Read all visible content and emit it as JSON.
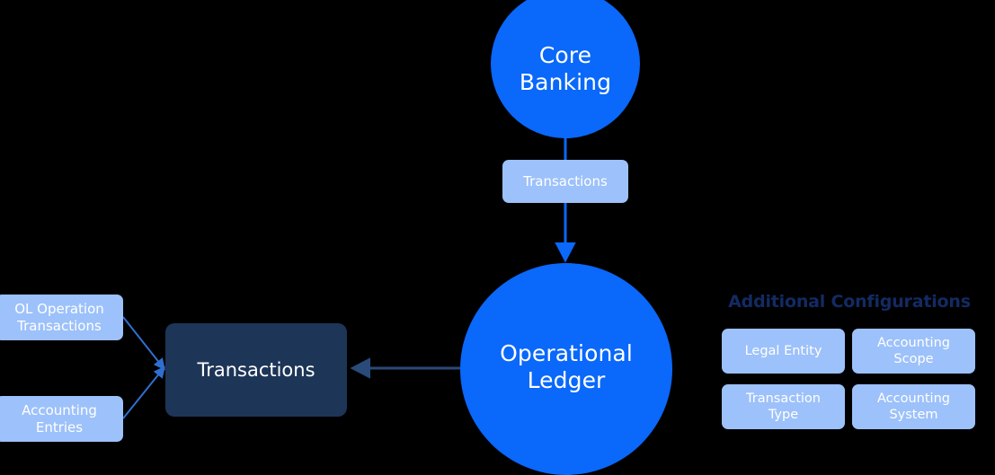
{
  "diagram": {
    "background_color": "#000000",
    "nodes": {
      "core_banking": {
        "label": "Core\nBanking",
        "shape": "circle",
        "fill": "#0a68fa",
        "text_color": "#ffffff"
      },
      "operational_ledger": {
        "label": "Operational\nLedger",
        "shape": "circle",
        "fill": "#0a68fa",
        "text_color": "#ffffff"
      },
      "transactions_box": {
        "label": "Transactions",
        "shape": "rounded-rect",
        "fill": "#1d3557",
        "text_color": "#ffffff"
      }
    },
    "edges": {
      "core_to_ledger": {
        "label": "Transactions",
        "label_fill": "#9dc1fa",
        "label_text_color": "#ffffff",
        "line_color": "#0a68fa",
        "direction": "down"
      },
      "ledger_to_transactions": {
        "line_color": "#2a4a7a",
        "direction": "left"
      },
      "inputs_to_transactions": {
        "line_color": "#2f6fd0"
      }
    },
    "inputs": [
      {
        "label": "OL Operation\nTransactions",
        "fill": "#9dc1fa"
      },
      {
        "label": "Accounting\nEntries",
        "fill": "#9dc1fa"
      }
    ],
    "configurations": {
      "title": "Additional Configurations",
      "title_color": "#132a63",
      "chip_fill": "#9dc1fa",
      "items": [
        {
          "label": "Legal Entity"
        },
        {
          "label": "Accounting\nScope"
        },
        {
          "label": "Transaction\nType"
        },
        {
          "label": "Accounting\nSystem"
        }
      ]
    }
  }
}
